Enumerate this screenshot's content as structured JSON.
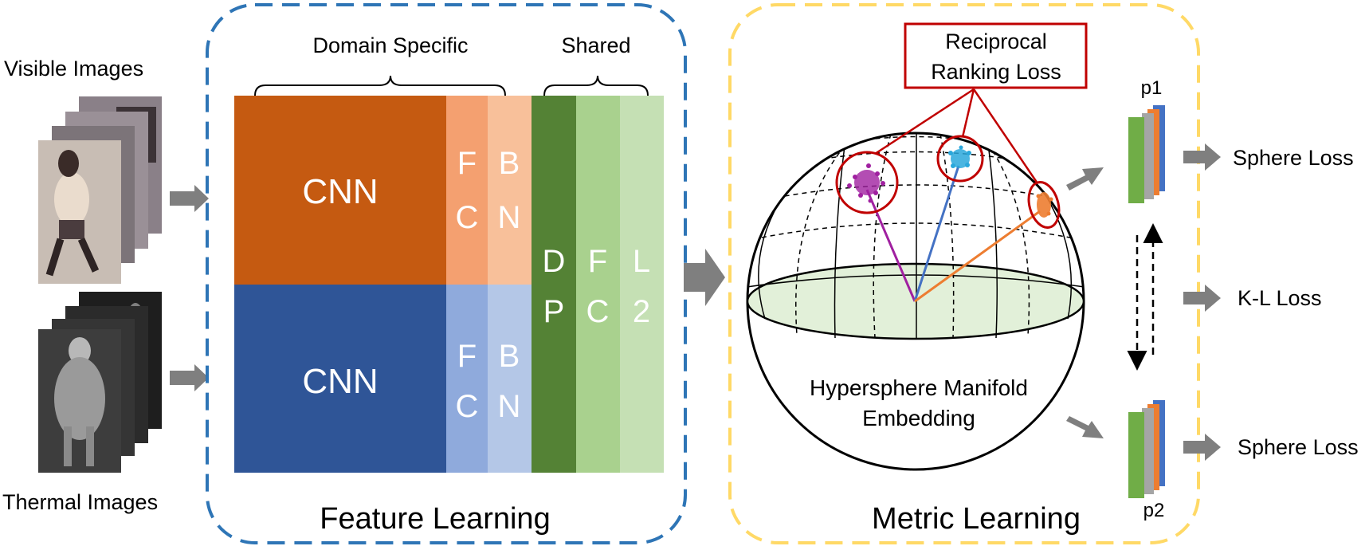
{
  "inputs": {
    "visible_label": "Visible Images",
    "thermal_label": "Thermal Images"
  },
  "feature_learning": {
    "title": "Feature Learning",
    "domain_specific_label": "Domain Specific",
    "shared_label": "Shared",
    "visible_branch": {
      "cnn": "CNN",
      "fc": [
        "F",
        "C"
      ],
      "bn": [
        "B",
        "N"
      ]
    },
    "thermal_branch": {
      "cnn": "CNN",
      "fc": [
        "F",
        "C"
      ],
      "bn": [
        "B",
        "N"
      ]
    },
    "shared_layers": {
      "dp": [
        "D",
        "P"
      ],
      "fc": [
        "F",
        "C"
      ],
      "l2": [
        "L",
        "2"
      ]
    }
  },
  "metric_learning": {
    "title": "Metric Learning",
    "reciprocal_loss": [
      "Reciprocal",
      "Ranking Loss"
    ],
    "sphere_label": [
      "Hypersphere Manifold",
      "Embedding"
    ],
    "p1_label": "p1",
    "p2_label": "p2"
  },
  "losses": {
    "sphere_top": "Sphere Loss",
    "kl": "K-L Loss",
    "sphere_bottom": "Sphere Loss"
  },
  "colors": {
    "visible_cnn": "#c55a11",
    "visible_fc": "#f4a070",
    "visible_bn": "#f8c09a",
    "thermal_cnn": "#2f5597",
    "thermal_fc": "#8faadc",
    "thermal_bn": "#b4c7e7",
    "shared_dp": "#548235",
    "shared_fc": "#a9d18e",
    "shared_l2": "#c5e0b4",
    "feature_border": "#2e75b6",
    "metric_border": "#ffd966",
    "cluster_purple": "#a020a0",
    "cluster_blue": "#2aa8dc",
    "cluster_orange": "#ed7d31",
    "loss_box": "#c00000",
    "arrow": "#7f7f7f"
  }
}
